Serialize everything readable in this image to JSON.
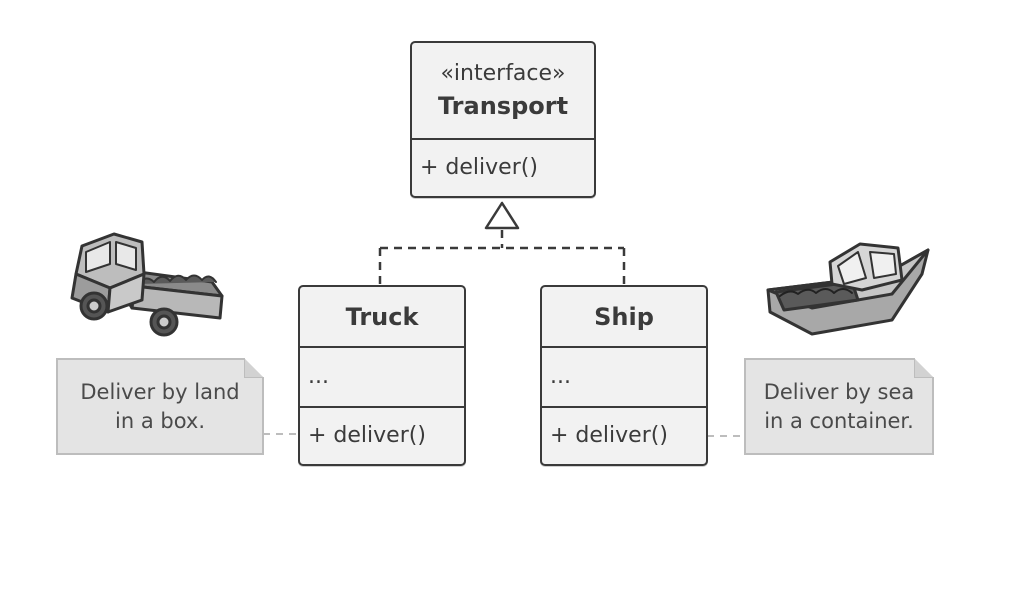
{
  "interface": {
    "stereotype": "«interface»",
    "name": "Transport",
    "method": "+ deliver()"
  },
  "classes": [
    {
      "name": "Truck",
      "attributes": "...",
      "method": "+ deliver()"
    },
    {
      "name": "Ship",
      "attributes": "...",
      "method": "+ deliver()"
    }
  ],
  "notes": {
    "truck": [
      "Deliver by land",
      "in a box."
    ],
    "ship": [
      "Deliver by sea",
      "in a container."
    ]
  },
  "icons": {
    "truck": "truck-icon",
    "ship": "boat-icon"
  },
  "colors": {
    "box_fill": "#f2f2f2",
    "box_border": "#3a3a3a",
    "note_fill": "#e4e4e4",
    "note_border": "#bdbdbd"
  }
}
